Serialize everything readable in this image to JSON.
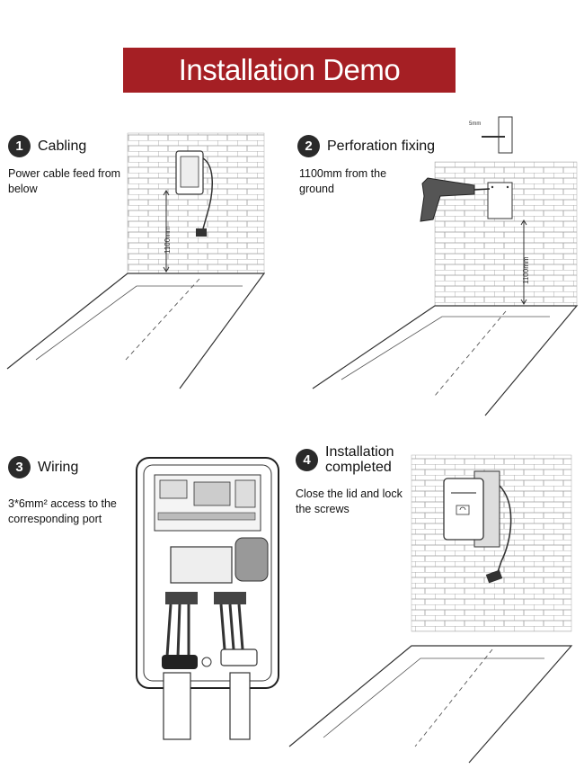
{
  "header": {
    "title": "Installation Demo"
  },
  "steps": [
    {
      "number": "1",
      "title": "Cabling",
      "description": "Power cable feed from below",
      "measure": "1100mm"
    },
    {
      "number": "2",
      "title": "Perforation fixing",
      "description": "1100mm from the ground",
      "measure": "1100mm",
      "detail_label": "5mm"
    },
    {
      "number": "3",
      "title": "Wiring",
      "description": "3*6mm² access to the corresponding port"
    },
    {
      "number": "4",
      "title_line1": "Installation",
      "title_line2": "completed",
      "description": "Close the lid and lock the screws"
    }
  ],
  "colors": {
    "banner": "#a51f24",
    "badge": "#2a2a2a",
    "line": "#333333"
  },
  "icons": [
    "brick-wall",
    "charger-box",
    "drill",
    "screw",
    "rfid-icon"
  ]
}
